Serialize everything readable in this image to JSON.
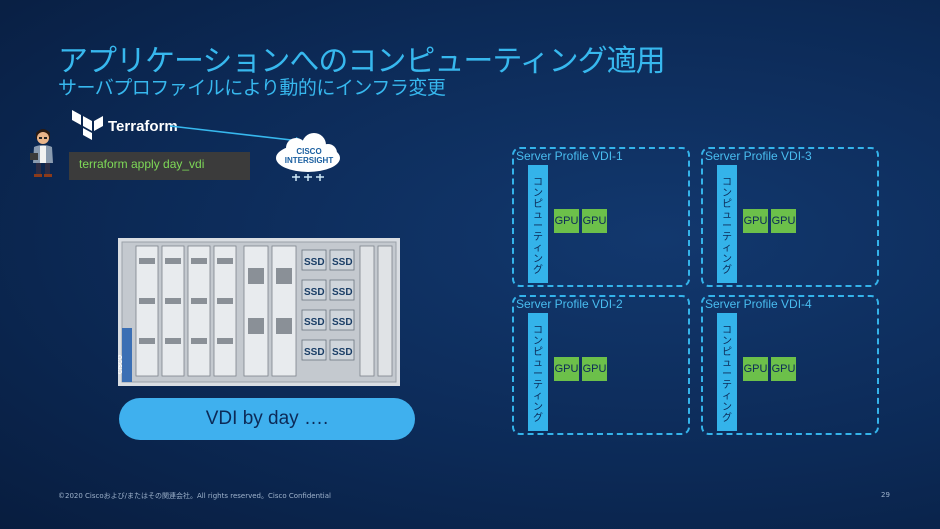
{
  "title": "アプリケーションへのコンピューティング適用",
  "subtitle": "サーバプロファイルにより動的にインフラ変更",
  "terraform": {
    "name": "Terraform",
    "command": "terraform apply day_vdi"
  },
  "intersight": {
    "line1": "CISCO",
    "line2": "INTERSIGHT"
  },
  "server": {
    "ssd_label": "SSD",
    "brand": "CISCO"
  },
  "vdi_pill": "VDI by day ….",
  "profiles": [
    {
      "label": "Server Profile VDI-1",
      "compute": "コンピューティング",
      "gpus": [
        "GPU",
        "GPU"
      ]
    },
    {
      "label": "Server Profile VDI-3",
      "compute": "コンピューティング",
      "gpus": [
        "GPU",
        "GPU"
      ]
    },
    {
      "label": "Server Profile VDI-2",
      "compute": "コンピューティング",
      "gpus": [
        "GPU",
        "GPU"
      ]
    },
    {
      "label": "Server Profile VDI-4",
      "compute": "コンピューティング",
      "gpus": [
        "GPU",
        "GPU"
      ]
    }
  ],
  "footer": "©2020 Ciscoおよび/またはその関連会社。All rights reserved。Cisco Confidential",
  "page_number": "29",
  "colors": {
    "accent": "#37b8ee",
    "gpu": "#6cc04a",
    "command_text": "#7ed957",
    "background": "#0c2a57"
  }
}
